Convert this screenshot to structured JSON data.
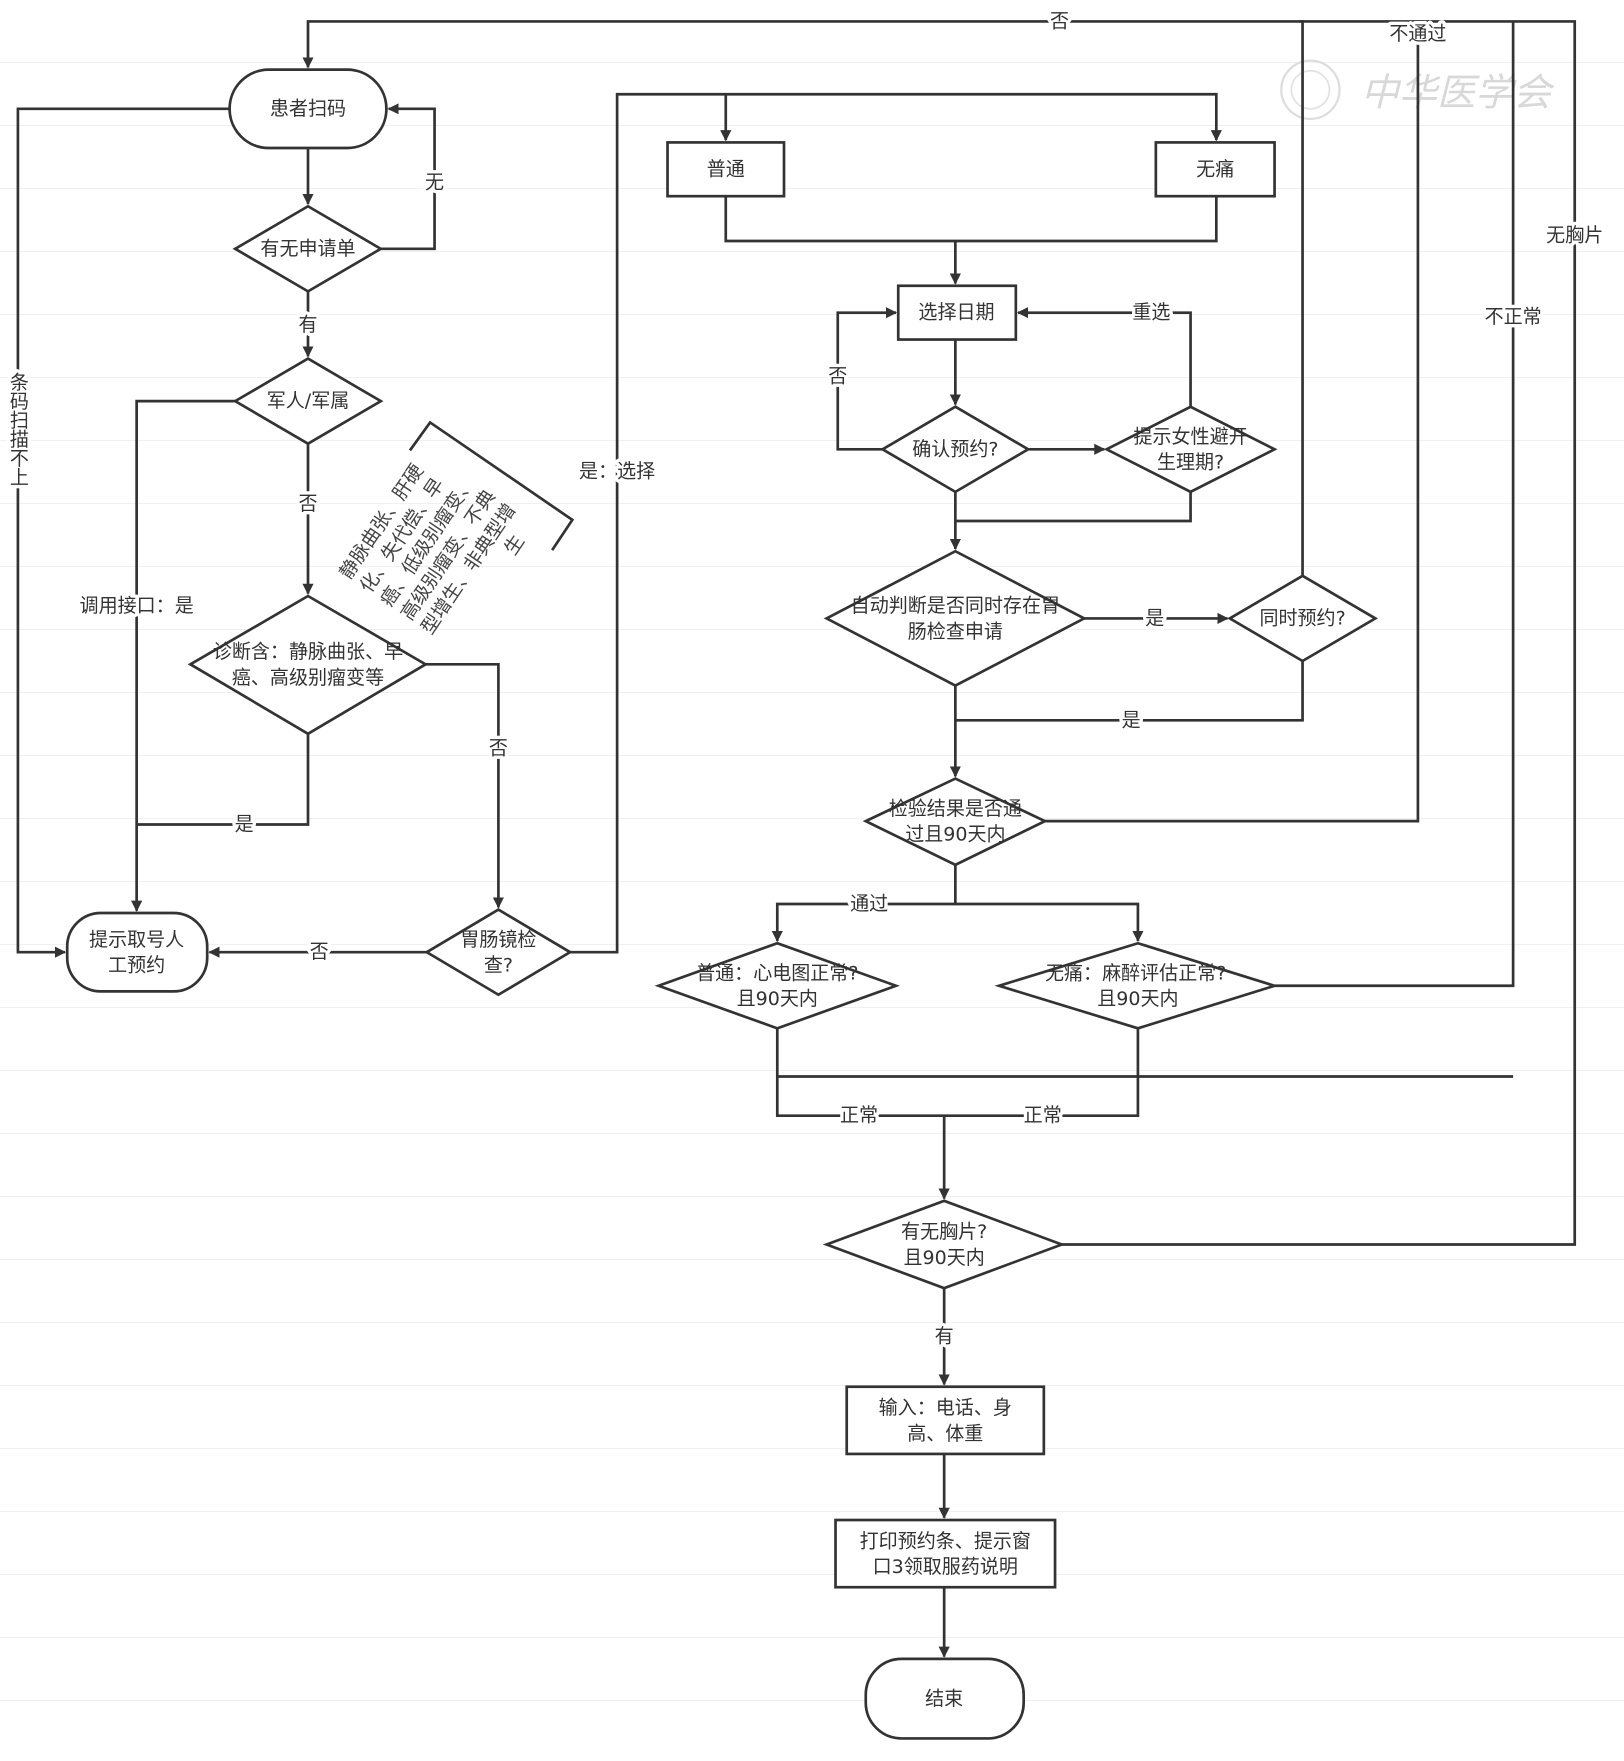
{
  "nodes": {
    "scan": {
      "label": "患者扫码"
    },
    "has_request": {
      "label": "有无申请单"
    },
    "military": {
      "label": "军人/军属"
    },
    "diagnosis": {
      "lines": [
        "诊断含：静脉曲张、早",
        "癌、高级别瘤变等"
      ]
    },
    "manual": {
      "lines": [
        "提示取号人",
        "工预约"
      ]
    },
    "endoscopy": {
      "lines": [
        "胃肠镜检",
        "查?"
      ]
    },
    "normal": {
      "label": "普通"
    },
    "painless": {
      "label": "无痛"
    },
    "select_date": {
      "label": "选择日期"
    },
    "confirm": {
      "label": "确认预约?"
    },
    "female": {
      "lines": [
        "提示女性避开",
        "生理期?"
      ]
    },
    "auto": {
      "lines": [
        "自动判断是否同时存在胃",
        "肠检查申请"
      ]
    },
    "simultaneous": {
      "label": "同时预约?"
    },
    "lab": {
      "lines": [
        "检验结果是否通",
        "过且90天内"
      ]
    },
    "ecg": {
      "lines": [
        "普通：心电图正常?",
        "且90天内"
      ]
    },
    "anesthesia": {
      "lines": [
        "无痛：麻醉评估正常?",
        "且90天内"
      ]
    },
    "chest": {
      "lines": [
        "有无胸片?",
        "且90天内"
      ]
    },
    "input": {
      "lines": [
        "输入：电话、身",
        "高、体重"
      ]
    },
    "print": {
      "lines": [
        "打印预约条、提示窗",
        "口3领取服药说明"
      ]
    },
    "end": {
      "label": "结束"
    }
  },
  "edge_labels": {
    "top_no": "否",
    "not_pass": "不通过",
    "no_chest": "无胸片",
    "abnormal": "不正常",
    "none": "无",
    "has": "有",
    "not_military": "否",
    "call_api_yes": "调用接口：是",
    "barcode_fail": "条码扫描不上",
    "diag_yes": "是",
    "diag_no": "否",
    "endo_no": "否",
    "endo_yes_select": "是：选择",
    "confirm_no": "否",
    "reselect": "重选",
    "auto_yes": "是",
    "simul_yes": "是",
    "pass": "通过",
    "normal_1": "正常",
    "normal_2": "正常",
    "has_chest": "有"
  },
  "annotation": {
    "lines": [
      "静脉曲张、肝硬",
      "化、失代偿、早",
      "癌、低级别瘤变、",
      "高级别瘤变、不典",
      "型增生、非典型增",
      "生"
    ]
  },
  "watermark": {
    "text": "中华医学会"
  },
  "colors": {
    "line": "#333333",
    "background": "#ffffff"
  }
}
